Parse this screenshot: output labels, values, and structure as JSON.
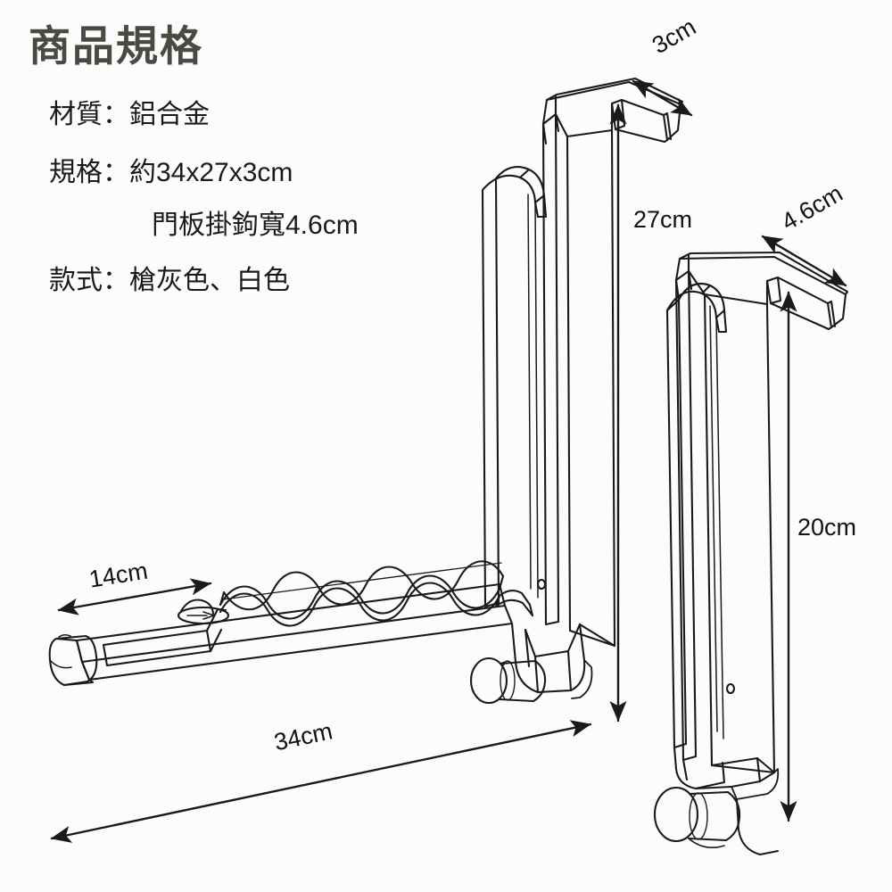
{
  "document": {
    "title": "商品規格",
    "title_color": "#4a4a42",
    "background_color": "#fcfcfc",
    "line_color": "#1a1a1a"
  },
  "spec": {
    "heading": "商品規格",
    "lines": [
      {
        "label": "材質",
        "value": "鋁合金",
        "text": "材質：鋁合金"
      },
      {
        "label": "規格",
        "value": "約34x27x3cm",
        "text": "規格：約34x27x3cm"
      },
      {
        "label": "",
        "value": "門板掛鉤寬4.6cm",
        "text": "門板掛鉤寬4.6cm"
      },
      {
        "label": "款式",
        "value": "槍灰色、白色",
        "text": "款式：槍灰色、白色"
      }
    ]
  },
  "dimensions": {
    "depth_top": "3cm",
    "height_main": "27cm",
    "hook_width": "4.6cm",
    "height_side": "20cm",
    "arm_short": "14cm",
    "arm_total": "34cm"
  },
  "figures": {
    "left": {
      "name": "over-door-hanger-front-view",
      "parts": [
        "door-hook",
        "vertical-rail",
        "pivot-knob",
        "horizontal-arm",
        "wave-wire-rack",
        "end-cap",
        "screw-hole"
      ]
    },
    "right": {
      "name": "over-door-hanger-side-view",
      "parts": [
        "door-hook",
        "vertical-rail",
        "pivot-knob",
        "folded-channel",
        "screw-hole"
      ]
    }
  }
}
